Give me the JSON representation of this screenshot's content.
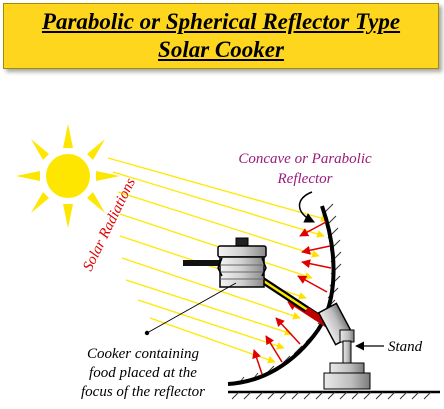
{
  "title": {
    "line1": "Parabolic or Spherical Reflector Type",
    "line2": "Solar Cooker"
  },
  "labels": {
    "solar_radiations": "Solar Radiations",
    "reflector_line1": "Concave or Parabolic",
    "reflector_line2": "Reflector",
    "cooker_line1": "Cooker containing",
    "cooker_line2": "food placed at the",
    "cooker_line3": "focus of the reflector",
    "stand": "Stand"
  },
  "colors": {
    "banner": "#ffd61e",
    "sun": "#ffe600",
    "rays": "#ffe800",
    "reflected_arrows": "#e00000",
    "solar_label": "#e00000",
    "reflector_label": "#9b1b7a"
  },
  "icons": {
    "sun": "sun-icon",
    "cooker": "cooker-pot-icon",
    "stand": "stand-icon"
  }
}
